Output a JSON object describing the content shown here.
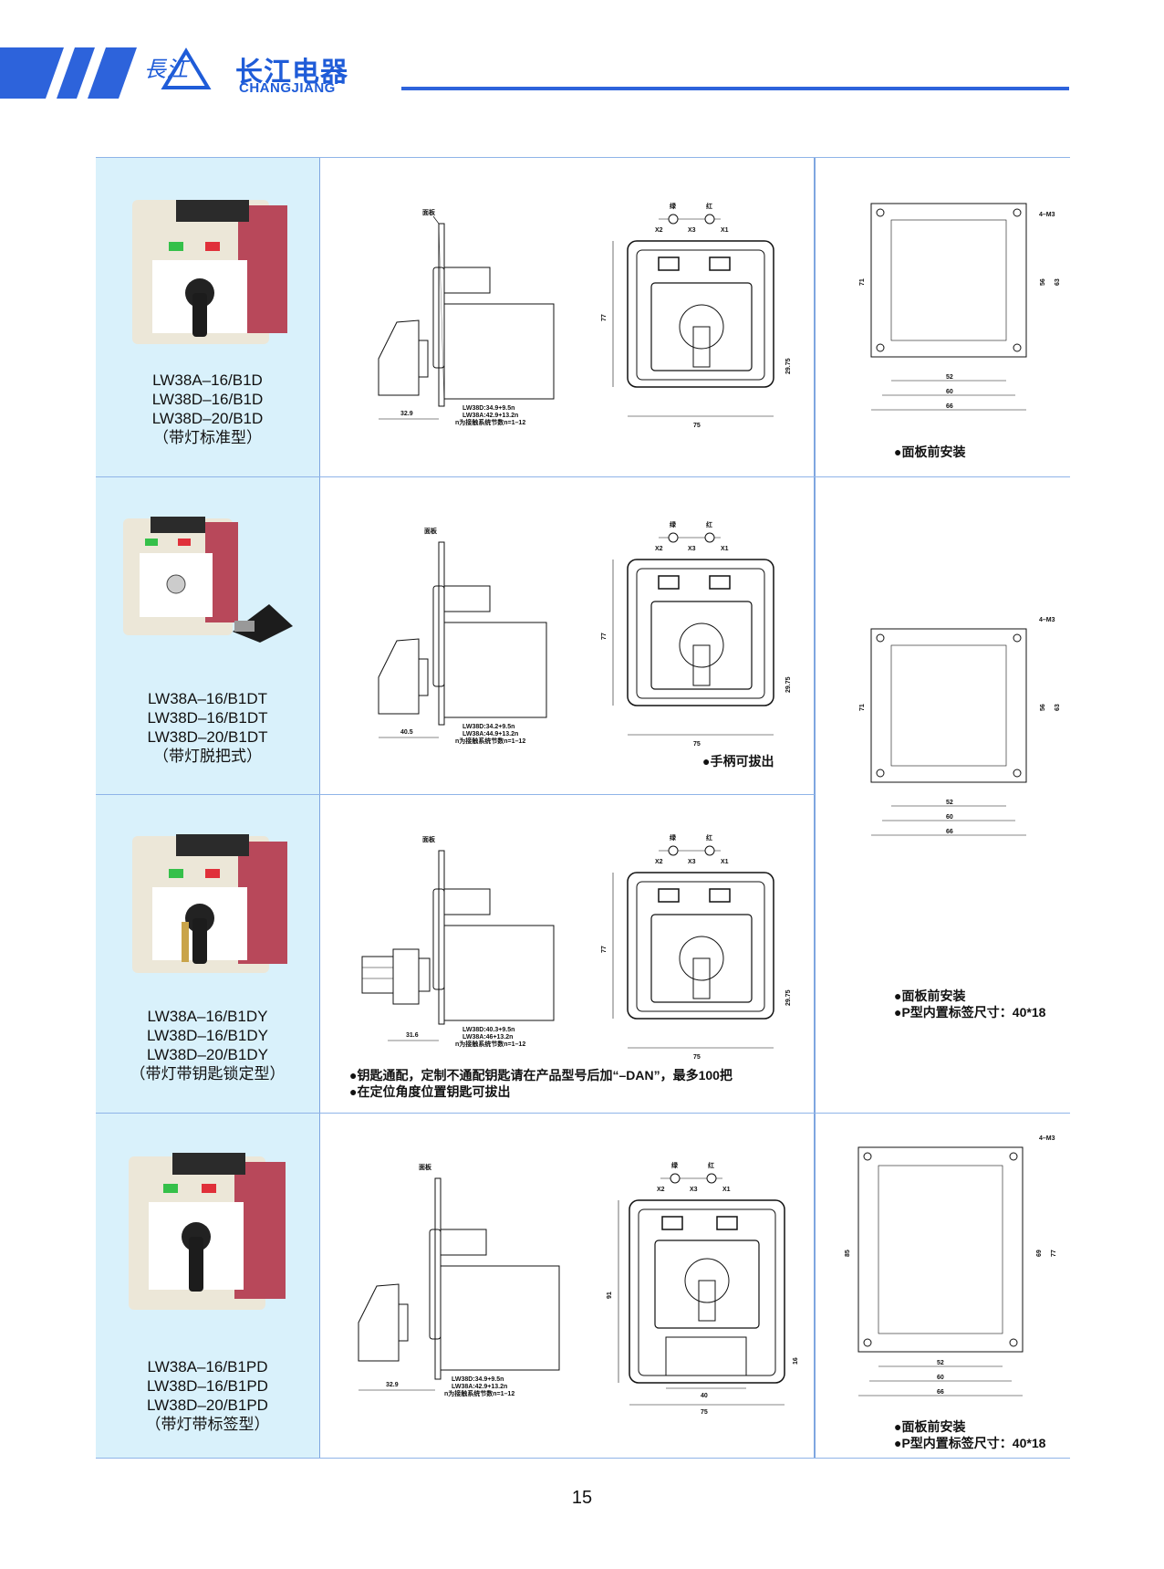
{
  "brand": {
    "name_cn": "长江电器",
    "name_en": "CHANGJIANG",
    "logo_cn": "長江"
  },
  "colors": {
    "brand_blue": "#2d63db",
    "photo_bg": "#d9f1fb",
    "rule": "#8fb4e8"
  },
  "rows": [
    {
      "models": [
        "LW38A–16/B1D",
        "LW38D–16/B1D",
        "LW38D–20/B1D",
        "（带灯标准型）"
      ],
      "side": {
        "panel_label": "面板",
        "offset": "32.9",
        "dims": [
          "LW38D:34.9+9.5n",
          "LW38A:42.9+13.2n",
          "n为接触系统节数n=1–12"
        ]
      },
      "front": {
        "lamp_left": "绿",
        "lamp_right": "红",
        "terminals": [
          "X2",
          "X3",
          "X1"
        ],
        "height": "77",
        "width": "75",
        "handle_offset": "29.75"
      },
      "notes": []
    },
    {
      "models": [
        "LW38A–16/B1DT",
        "LW38D–16/B1DT",
        "LW38D–20/B1DT",
        "（带灯脱把式）"
      ],
      "side": {
        "panel_label": "面板",
        "offset": "40.5",
        "dims": [
          "LW38D:34.2+9.5n",
          "LW38A:44.9+13.2n",
          "n为接触系统节数n=1–12"
        ]
      },
      "front": {
        "lamp_left": "绿",
        "lamp_right": "红",
        "terminals": [
          "X2",
          "X3",
          "X1"
        ],
        "height": "77",
        "width": "75",
        "handle_offset": "29.75"
      },
      "notes": [
        "●手柄可拔出"
      ]
    },
    {
      "models": [
        "LW38A–16/B1DY",
        "LW38D–16/B1DY",
        "LW38D–20/B1DY",
        "（带灯带钥匙锁定型）"
      ],
      "side": {
        "panel_label": "面板",
        "offset": "31.6",
        "dims": [
          "LW38D:40.3+9.5n",
          "LW38A:46+13.2n",
          "n为接触系统节数n=1–12"
        ]
      },
      "front": {
        "lamp_left": "绿",
        "lamp_right": "红",
        "terminals": [
          "X2",
          "X3",
          "X1"
        ],
        "height": "77",
        "width": "75",
        "handle_offset": "29.75"
      },
      "notes": [
        "●钥匙通配，定制不通配钥匙请在产品型号后加“–DAN”，最多100把",
        "●在定位角度位置钥匙可拔出"
      ]
    },
    {
      "models": [
        "LW38A–16/B1PD",
        "LW38D–16/B1PD",
        "LW38D–20/B1PD",
        "（带灯带标签型）"
      ],
      "side": {
        "panel_label": "面板",
        "offset": "32.9",
        "dims": [
          "LW38D:34.9+9.5n",
          "LW38A:42.9+13.2n",
          "n为接触系统节数n=1–12"
        ]
      },
      "front": {
        "lamp_left": "绿",
        "lamp_right": "红",
        "terminals": [
          "X2",
          "X3",
          "X1"
        ],
        "height": "91",
        "width": "75",
        "label_width": "40",
        "label_height": "16"
      },
      "notes": []
    }
  ],
  "mounting": [
    {
      "holes": "4–M3",
      "height": "71",
      "inner": "56",
      "outer": "63",
      "w1": "52",
      "w2": "60",
      "w3": "66",
      "notes": [
        "●面板前安装"
      ]
    },
    {
      "holes": "4–M3",
      "height": "71",
      "inner": "56",
      "outer": "63",
      "w1": "52",
      "w2": "60",
      "w3": "66",
      "notes": [
        "●面板前安装",
        "●P型内置标签尺寸：40*18"
      ]
    },
    {
      "holes": "4–M3",
      "height": "85",
      "inner": "69",
      "outer": "77",
      "w1": "52",
      "w2": "60",
      "w3": "66",
      "notes": [
        "●面板前安装",
        "●P型内置标签尺寸：40*18"
      ]
    }
  ],
  "page_number": "15"
}
